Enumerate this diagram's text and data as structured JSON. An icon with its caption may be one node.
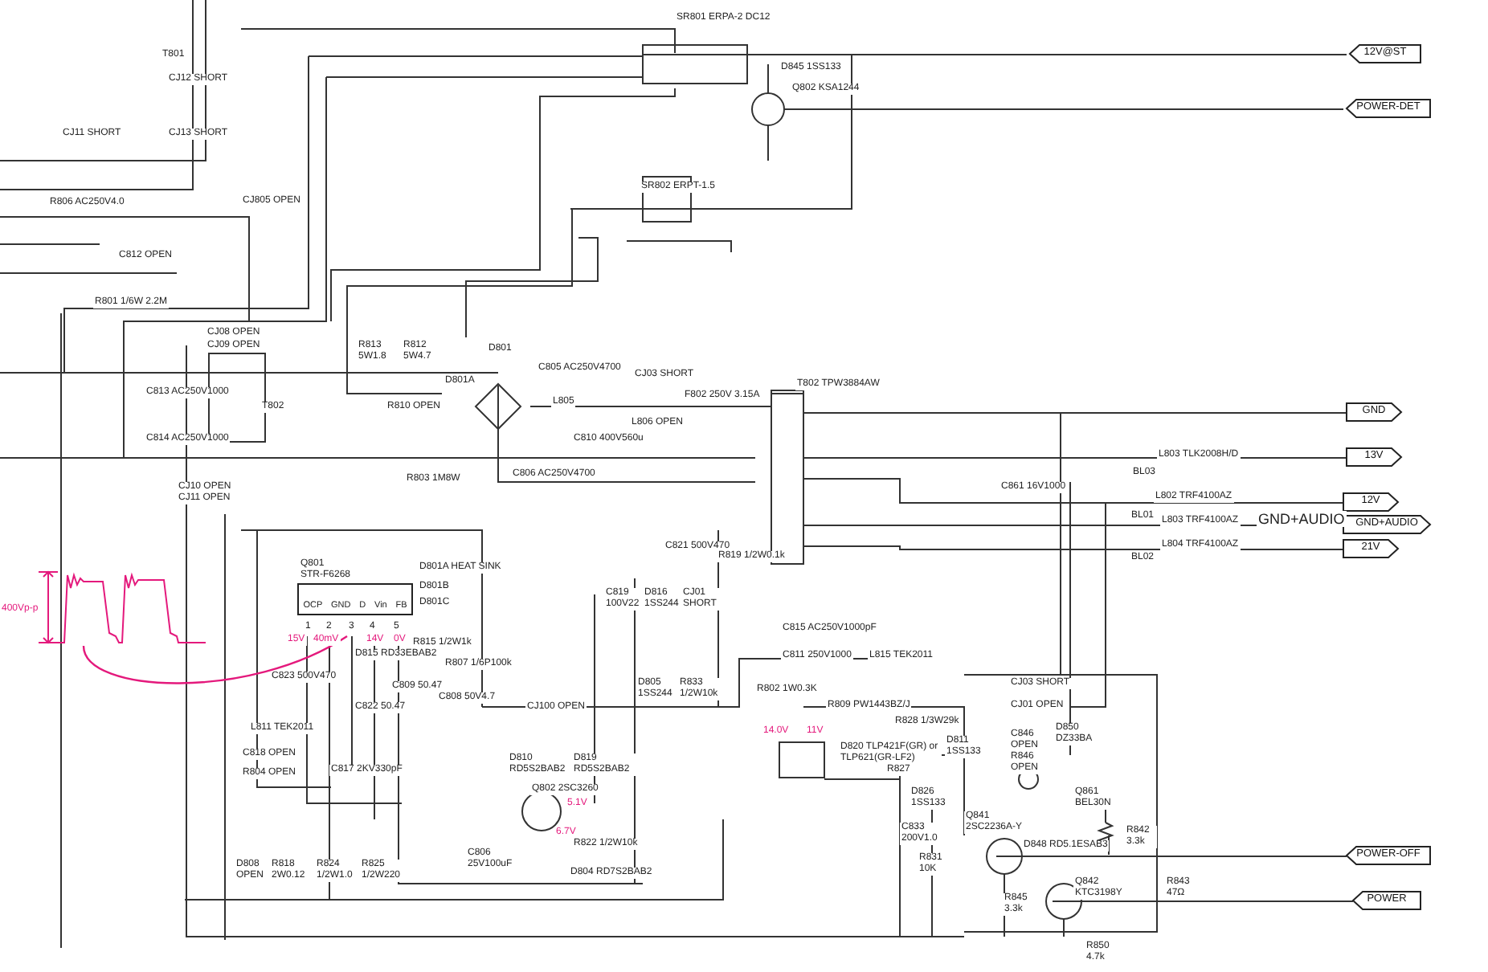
{
  "diagram": {
    "nodes": [
      {
        "text": [
          "12V@ST"
        ]
      },
      {
        "text": [
          "POWER-DET"
        ]
      },
      {
        "text": [
          "GND"
        ]
      },
      {
        "text": [
          "13V"
        ]
      },
      {
        "text": [
          "12V"
        ]
      },
      {
        "text": [
          "GND+AUDIO"
        ]
      },
      {
        "text": [
          "21V"
        ]
      },
      {
        "text": [
          "POWER-OFF"
        ]
      },
      {
        "text": [
          "POWER"
        ]
      },
      {
        "text": [
          "Q801",
          "STR-F6268",
          "OCP",
          "GND",
          "D",
          "Vin",
          "FB"
        ]
      },
      {
        "text": [],
        "shape": "picture",
        "beside": [
          "400Vp-p"
        ]
      }
    ],
    "edges": [
      {
        "from": 10,
        "to": 9,
        "arrow": "none",
        "color": "#e4197c"
      }
    ],
    "labels": [
      "SR801 ERPA-2 DC12",
      "T801",
      "D845 1SS133",
      "CJ12 SHORT",
      "Q802 KSA1244",
      "CJ11 SHORT",
      "CJ13 SHORT",
      "SR802 ERPT-1.5",
      "R806 AC250V4.0",
      "CJ805 OPEN",
      "C812 OPEN",
      "R801 1/6W 2.2M",
      "CJ08 OPEN",
      "CJ09 OPEN",
      "D801",
      "R813 5W1.8",
      "R812 5W4.7",
      "C805 AC250V4700",
      "D801A",
      "CJ03 SHORT",
      "T802 TPW3884AW",
      "C813 AC250V1000",
      "F802 250V 3.15A",
      "L805",
      "T802",
      "R810 OPEN",
      "L806 OPEN",
      "C814 AC250V1000",
      "C810 400V560u",
      "L803 TLK2008H/D",
      "BL03",
      "C806 AC250V4700",
      "R803 1M8W",
      "CJ10 OPEN",
      "C861 16V1000",
      "CJ11 OPEN",
      "L802 TRF4100AZ",
      "BL01",
      "GND+AUDIO",
      "L803 TRF4100AZ",
      "L804 TRF4100AZ",
      "C821 500V470",
      "R819 1/2W0.1k",
      "BL02",
      "D801A HEAT SINK",
      "D801B",
      "C819 100V22",
      "D816 1SS244",
      "CJ01 SHORT",
      "D801C",
      "1",
      "2",
      "3",
      "4",
      "5",
      "C815 AC250V1000pF",
      "15V",
      "40mV",
      "14V",
      "0V",
      "R815 1/2W1k",
      "D815 RD33EBAB2",
      "C811 250V1000",
      "L815 TEK2011",
      "R807 1/6P100k",
      "C823 500V470",
      "C809 50.47",
      "D805 1SS244",
      "R833 1/2W10k",
      "R802 1W0.3K",
      "C808 50V4.7",
      "C822 50.47",
      "R809 PW1443BZ/J",
      "CJ100 OPEN",
      "CJ03 SHORT",
      "CJ01 OPEN",
      "R828 1/3W29k",
      "L811 TEK2011",
      "14.0V",
      "11V",
      "D850 DZ33BA",
      "C846 OPEN",
      "D811 1SS133",
      "D820 TLP421F(GR) or TLP621(GR-LF2)",
      "C818 OPEN",
      "R846 OPEN",
      "D810 RD5S2BAB2",
      "D819 RD5S2BAB2",
      "C817 2KV330pF",
      "R804 OPEN",
      "R827",
      "Q802 2SC3260",
      "Q861 BEL30N",
      "D826 1SS133",
      "5.1V",
      "Q841 2SC2236A-Y",
      "C833 200V1.0",
      "6.7V",
      "R842 3.3k",
      "R822 1/2W10k",
      "D848 RD5.1ESAB3",
      "C806 25V100uF",
      "R831 10K",
      "D808 OPEN",
      "R818 2W0.12",
      "R824 1/2W1.0",
      "R825 1/2W220",
      "D804 RD7S2BAB2",
      "Q842 KTC3198Y",
      "R843 47Ω",
      "R845 3.3k",
      "R850 4.7k"
    ]
  }
}
